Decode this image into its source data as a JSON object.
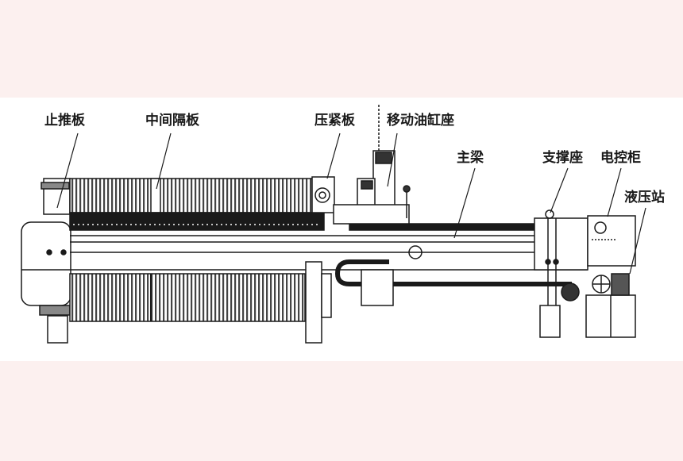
{
  "labels": {
    "thrust_plate": "止推板",
    "middle_plate": "中间隔板",
    "press_plate": "压紧板",
    "cylinder_seat": "移动油缸座",
    "main_beam": "主梁",
    "support_seat": "支撑座",
    "control_cabinet": "电控柜",
    "hydraulic_station": "液压站"
  },
  "colors": {
    "band": "#fcf0ef",
    "ink": "#1a1a1a"
  }
}
